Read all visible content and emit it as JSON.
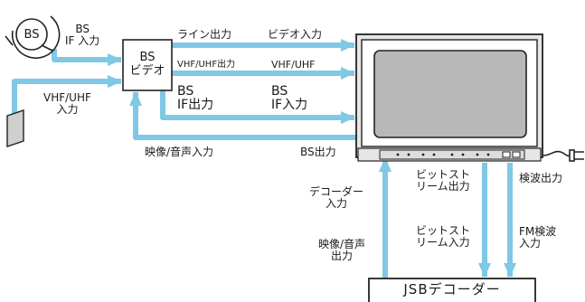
{
  "colors": {
    "arrow": "#7fc8e6",
    "outline": "#222222",
    "screen": "#b8b8b8",
    "bezel": "#e6e6e6"
  },
  "devices": {
    "bs_video": "BS\nビデオ",
    "decoder": "JSBデコーダー",
    "antenna_badge": "BS"
  },
  "labels": {
    "bs_if_in": "BS\nIF 入力",
    "vhf_uhf_in": "VHF/UHF\n入力",
    "line_out": "ライン出力",
    "video_in": "ビデオ入力",
    "vhf_uhf_out_small": "VHF/UHF出力",
    "vhf_uhf_small": "VHF/UHF",
    "bs_if_out": "BS\nIF出力",
    "bs_if_in_tv": "BS\nIF入力",
    "av_in": "映像/音声入力",
    "bs_out": "BS出力",
    "bitstream_out": "ビットスト\nリーム出力",
    "detect_out": "検波出力",
    "decoder_in": "デコーダー\n入力",
    "bitstream_in": "ビットスト\nリーム入力",
    "fm_detect_in": "FM検波\n入力",
    "av_out": "映像/音声\n出力"
  },
  "icons": {
    "antenna": "satellite-dish-icon",
    "uhf_antenna": "uhf-antenna-plate-icon",
    "tv": "television-icon",
    "plug": "power-plug-icon"
  }
}
